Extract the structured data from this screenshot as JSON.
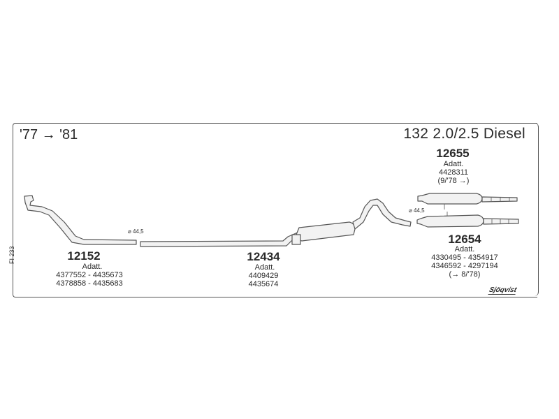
{
  "header": {
    "years": "'77 → '81",
    "model": "132 2.0/2.5 Diesel"
  },
  "side_code": "FI 233",
  "brand": "Sjöqvist",
  "diameters": {
    "d1": "⌀ 44,5",
    "d2": "⌀ 44,5"
  },
  "parts": [
    {
      "number": "12152",
      "label": "Adatt.",
      "codes": [
        "4377552 - 4435673",
        "4378858 - 4435683"
      ]
    },
    {
      "number": "12434",
      "label": "Adatt.",
      "codes": [
        "4409429",
        "4435674"
      ]
    },
    {
      "number": "12655",
      "label": "Adatt.",
      "codes": [
        "4428311",
        "(9/'78 →)"
      ]
    },
    {
      "number": "12654",
      "label": "Adatt.",
      "codes": [
        "4330495 - 4354917",
        "4346592 - 4297194",
        "(→ 8/'78)"
      ]
    }
  ],
  "colors": {
    "line": "#555555",
    "fill": "#f2f2f2"
  }
}
